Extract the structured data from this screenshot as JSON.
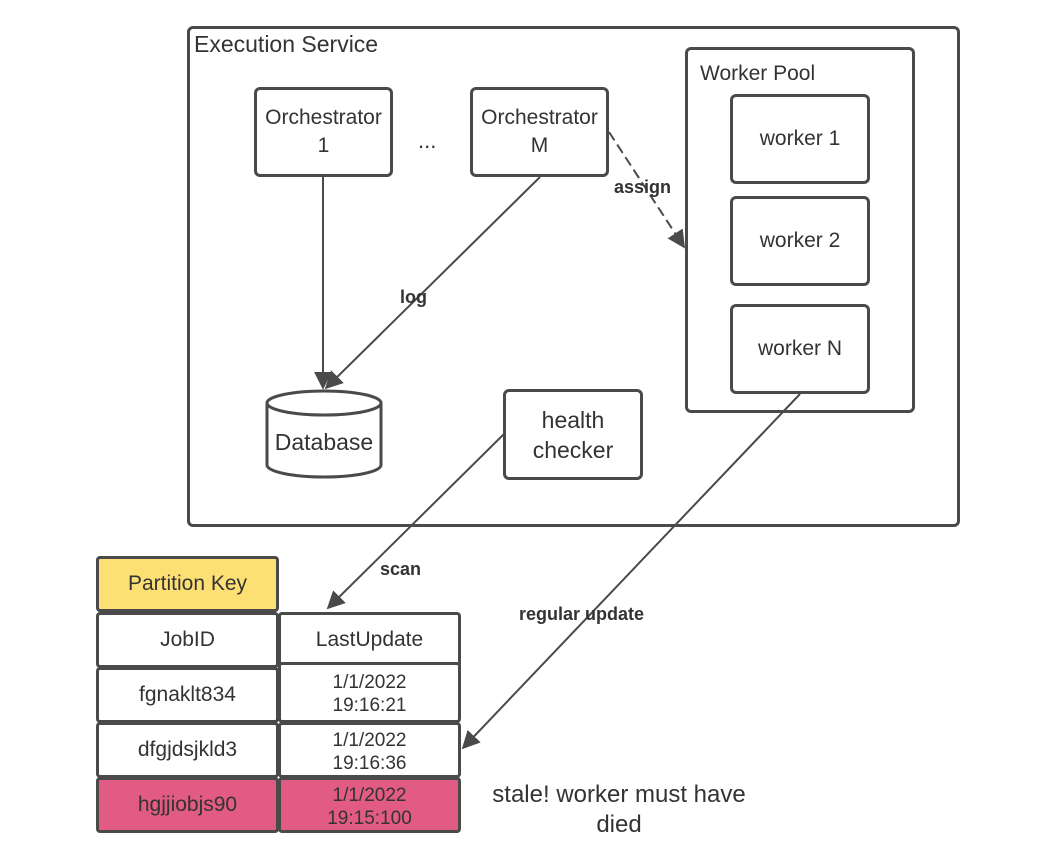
{
  "execution_service": {
    "title": "Execution Service"
  },
  "orchestrators": [
    {
      "label": "Orchestrator\n1"
    },
    {
      "label": "Orchestrator\nM"
    }
  ],
  "ellipsis": "...",
  "worker_pool": {
    "title": "Worker Pool",
    "workers": [
      "worker 1",
      "worker 2",
      "worker N"
    ]
  },
  "database": {
    "label": "Database"
  },
  "health_checker": {
    "label": "health\nchecker"
  },
  "edges": {
    "assign": "assign",
    "log": "log",
    "scan": "scan",
    "regular_update": "regular update"
  },
  "table": {
    "partition_key": "Partition Key",
    "headers": [
      "JobID",
      "LastUpdate"
    ],
    "rows": [
      {
        "job_id": "fgnaklt834",
        "last_update": "1/1/2022\n19:16:21"
      },
      {
        "job_id": "dfgjdsjkld3",
        "last_update": "1/1/2022\n19:16:36"
      },
      {
        "job_id": "hgjjiobjs90",
        "last_update": "1/1/2022\n19:15:100"
      }
    ],
    "key_color": "#fde074",
    "stale_color": "#e15b84"
  },
  "stale_note": "stale! worker must have died"
}
